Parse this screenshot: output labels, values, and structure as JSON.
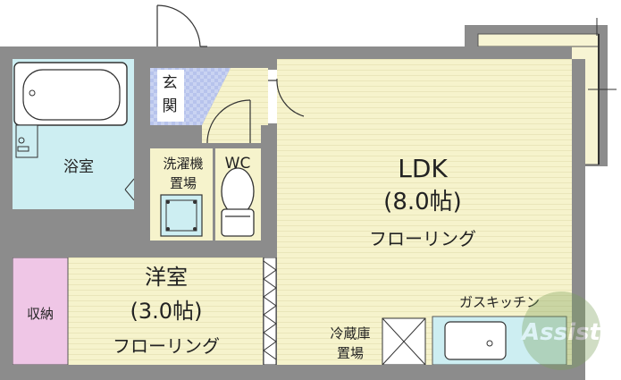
{
  "rooms": {
    "ldk": {
      "name": "LDK",
      "size": "(8.0帖)",
      "floor": "フローリング"
    },
    "western": {
      "name": "洋室",
      "size": "(3.0帖)",
      "floor": "フローリング"
    },
    "bath": {
      "name": "浴室"
    },
    "entrance": {
      "line1": "玄",
      "line2": "関"
    },
    "washer": {
      "line1": "洗濯機",
      "line2": "置場"
    },
    "wc": {
      "name": "WC"
    },
    "storage": {
      "name": "収納"
    },
    "kitchen": {
      "name": "ガスキッチン"
    },
    "fridge": {
      "line1": "冷蔵庫",
      "line2": "置場"
    }
  },
  "watermark": {
    "text": "Assist"
  },
  "colors": {
    "wall": "#8a8a8a",
    "flooring": "#f5f2c8",
    "bath": "#cdeef2",
    "storage": "#efc6e6",
    "entrance": "#c9d3f2",
    "kitchen": "#cdeef2"
  }
}
